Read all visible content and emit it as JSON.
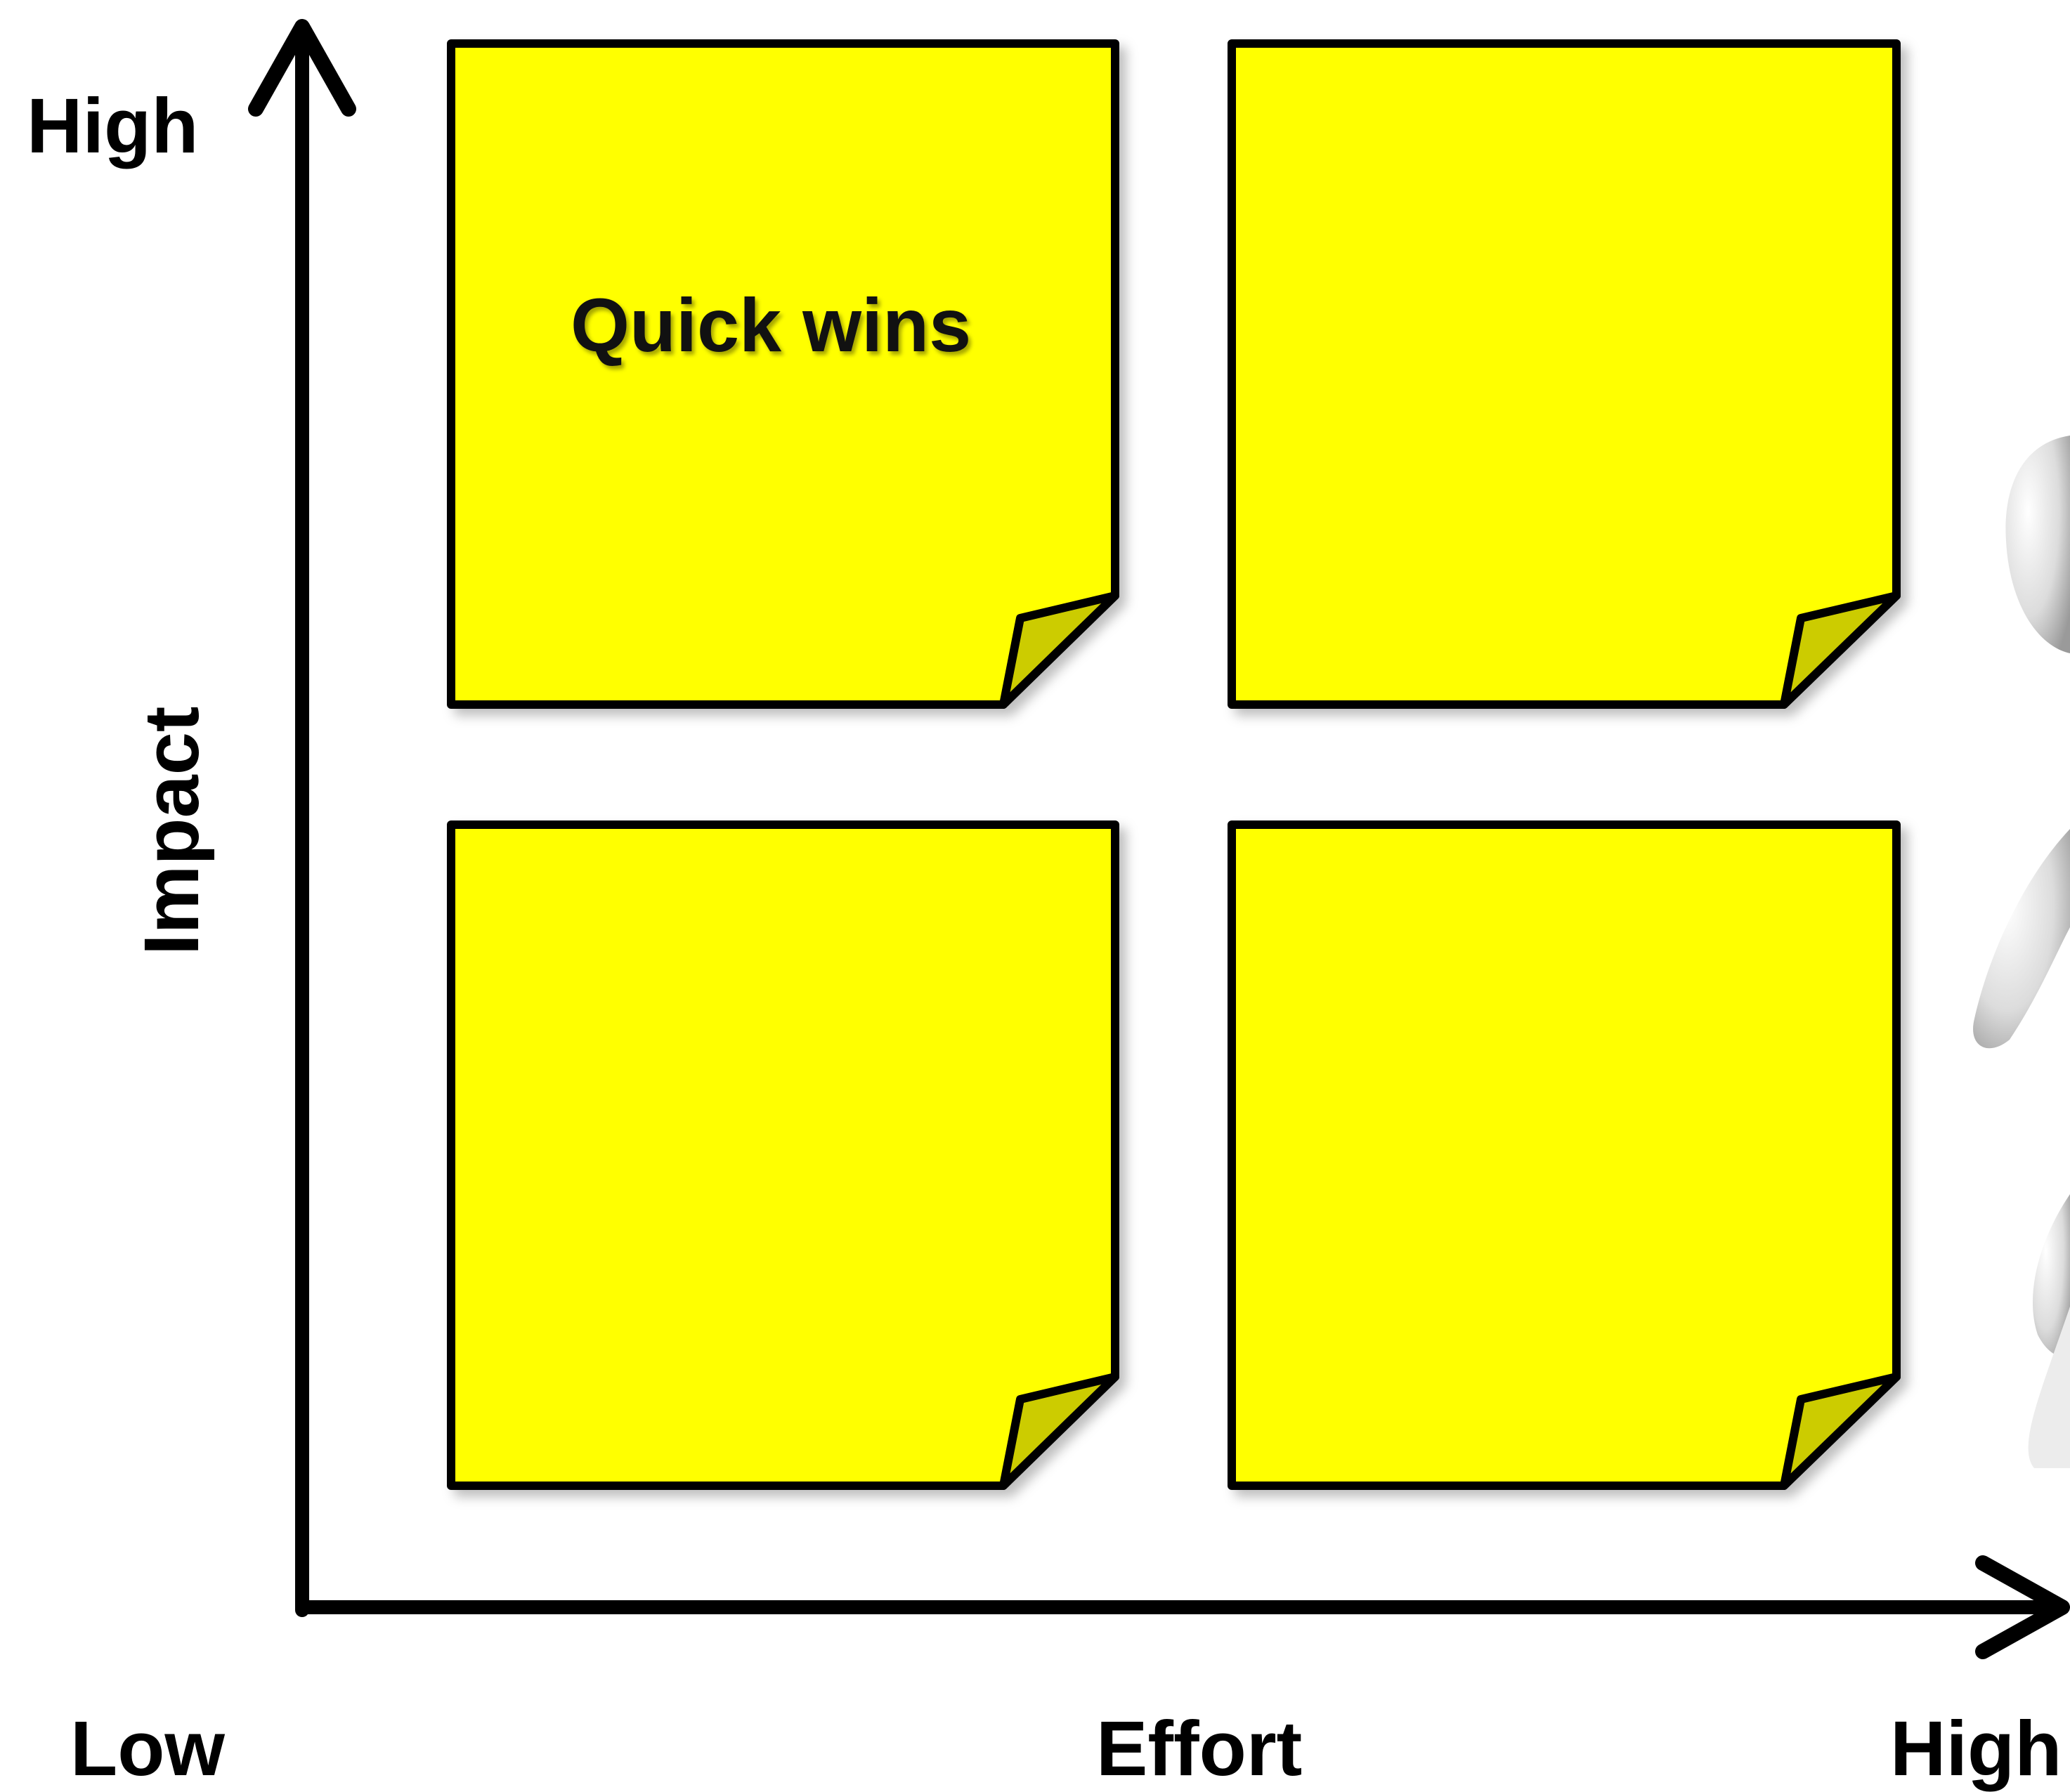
{
  "axes": {
    "y_label": "Impact",
    "y_high_label": "High",
    "x_label": "Effort",
    "x_low_label": "Low",
    "x_high_label": "High"
  },
  "quadrants": [
    {
      "id": "top-left",
      "label": "Quick wins"
    },
    {
      "id": "top-right",
      "label": ""
    },
    {
      "id": "bottom-left",
      "label": ""
    },
    {
      "id": "bottom-right",
      "label": ""
    }
  ],
  "colors": {
    "note_fill": "#FFFF00",
    "note_fold": "#CCCC00",
    "stroke": "#000000",
    "figure": "#d9d9d9"
  },
  "icons": {
    "figure": "3d-person-figure"
  }
}
